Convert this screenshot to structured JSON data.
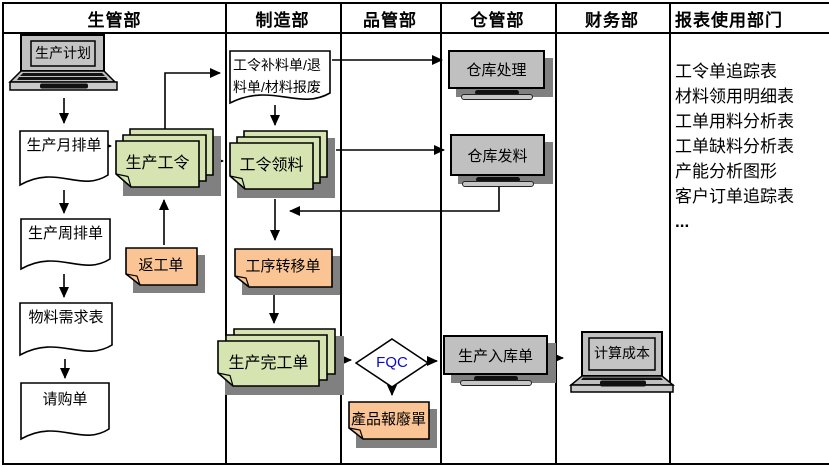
{
  "lanes": {
    "items": [
      {
        "title": "生管部"
      },
      {
        "title": "制造部"
      },
      {
        "title": "品管部"
      },
      {
        "title": "仓管部"
      },
      {
        "title": "财务部"
      },
      {
        "title": "报表使用部门"
      }
    ]
  },
  "nodes": {
    "production_plan": {
      "label": "生产计划",
      "shape": "computer"
    },
    "monthly_schedule": {
      "label": "生产月排单",
      "shape": "document"
    },
    "weekly_schedule": {
      "label": "生产周排单",
      "shape": "document"
    },
    "material_requirements": {
      "label": "物料需求表",
      "shape": "document"
    },
    "purchase_request": {
      "label": "请购单",
      "shape": "document"
    },
    "production_work_order": {
      "label": "生产工令",
      "shape": "multi-document"
    },
    "rework_order": {
      "label": "返工单",
      "shape": "note"
    },
    "supplement_return_scrap": {
      "label": "工令补料单/退料单/材料报废",
      "shape": "document"
    },
    "work_order_requisition": {
      "label": "工令领料",
      "shape": "multi-document"
    },
    "process_transfer": {
      "label": "工序转移单",
      "shape": "note"
    },
    "production_completion": {
      "label": "生产完工单",
      "shape": "multi-document"
    },
    "fqc": {
      "label": "FQC",
      "shape": "decision-diamond"
    },
    "product_scrap": {
      "label": "產品報廢單",
      "shape": "note"
    },
    "warehouse_processing": {
      "label": "仓库处理",
      "shape": "computer-box"
    },
    "warehouse_issue": {
      "label": "仓库发料",
      "shape": "computer-box"
    },
    "production_warehousing": {
      "label": "生产入库单",
      "shape": "computer-box"
    },
    "cost_calculation": {
      "label": "计算成本",
      "shape": "computer"
    }
  },
  "reports": {
    "items": [
      "工令单追踪表",
      "材料领用明细表",
      "工单用料分析表",
      "工单缺料分析表",
      "产能分析图形",
      "客户订单追踪表",
      "..."
    ]
  },
  "colors": {
    "card_green": "#d6e4b2",
    "note_orange": "#fac494",
    "box_gray": "#c0c0c0",
    "shadow_gray": "#808080",
    "fqc_text_blue": "#0a0acd",
    "line_black": "#000000"
  }
}
